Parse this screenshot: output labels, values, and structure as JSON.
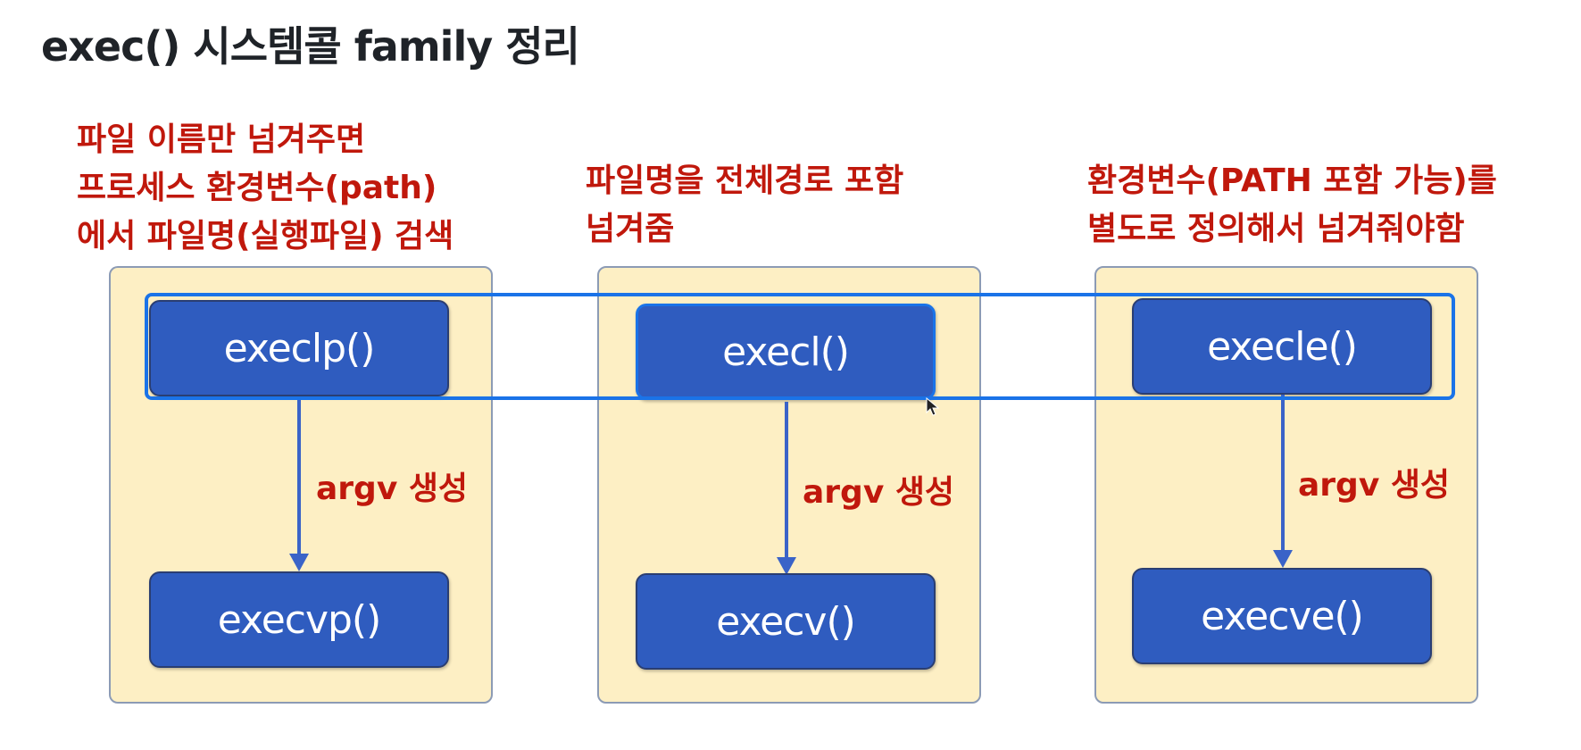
{
  "title": "exec() 시스템콜 family 정리",
  "columns": [
    {
      "description": [
        "파일 이름만 넘겨주면",
        "프로세스 환경변수(path)",
        "에서 파일명(실행파일) 검색"
      ],
      "top_function": "execlp()",
      "arrow_label": "argv 생성",
      "bottom_function": "execvp()"
    },
    {
      "description": [
        "파일명을 전체경로 포함",
        "넘겨줌"
      ],
      "top_function": "execl()",
      "arrow_label": "argv 생성",
      "bottom_function": "execv()"
    },
    {
      "description": [
        "환경변수(PATH 포함 가능)를",
        "별도로 정의해서 넘겨줘야함"
      ],
      "top_function": "execle()",
      "arrow_label": "argv 생성",
      "bottom_function": "execve()"
    }
  ],
  "colors": {
    "panel_fill": "#fdefc4",
    "function_box": "#2f5cbf",
    "annotation_text": "#c0180c",
    "highlight_frame": "#1a73e8"
  }
}
